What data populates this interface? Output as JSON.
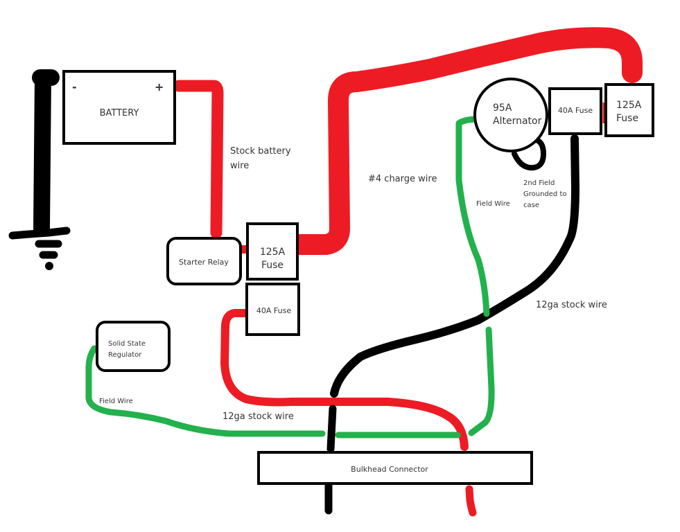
{
  "diagram": {
    "title": "",
    "colors": {
      "positive_wire": "#ed1c24",
      "ground_wire": "#000000",
      "field_wire": "#22b14c",
      "outline": "#000000",
      "text": "#333333"
    },
    "components": {
      "battery": {
        "label": "BATTERY",
        "negative": "-",
        "positive": "+"
      },
      "starter_relay": {
        "label": "Starter Relay"
      },
      "fuse_125a_relay": {
        "line1": "125A",
        "line2": "Fuse"
      },
      "fuse_40a_relay": {
        "label": "40A Fuse"
      },
      "regulator": {
        "line1": "Solid State",
        "line2": "Regulator"
      },
      "alternator": {
        "line1": "95A",
        "line2": "Alternator"
      },
      "fuse_40a_alt": {
        "label": "40A Fuse"
      },
      "fuse_125a_alt": {
        "line1": "125A",
        "line2": "Fuse"
      },
      "bulkhead": {
        "label": "Bulkhead Connector"
      },
      "ground_symbol": {
        "label": ""
      }
    },
    "annotations": {
      "stock_battery_wire": {
        "line1": "Stock battery",
        "line2": "wire"
      },
      "charge_wire": "#4 charge wire",
      "field_wire_alt": "Field Wire",
      "second_field": {
        "line1": "2nd Field",
        "line2": "Grounded to",
        "line3": "case"
      },
      "stock_wire_right": "12ga stock wire",
      "field_wire_reg": "Field Wire",
      "stock_wire_left": "12ga stock wire"
    }
  }
}
